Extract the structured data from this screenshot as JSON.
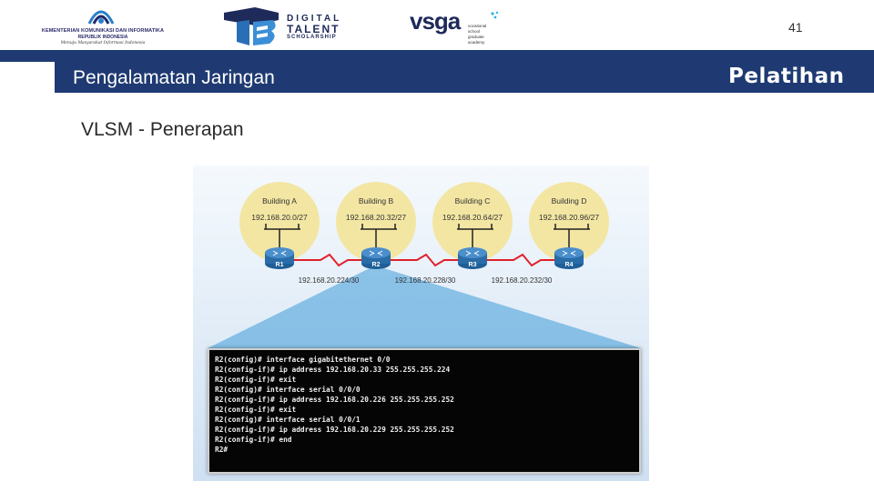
{
  "header": {
    "kominfo": {
      "line1": "KEMENTERIAN KOMUNIKASI DAN INFORMATIKA",
      "line2": "REPUBLIK INDONESIA",
      "line3": "Menuju Masyarakat Informasi Indonesia"
    },
    "dts": {
      "line1": "DIGITAL",
      "line2": "TALENT",
      "line3": "SCHOLARSHIP"
    },
    "vsga": {
      "word": "vsga",
      "tag1": "vocational",
      "tag2": "school",
      "tag3": "graduate",
      "tag4": "academy"
    },
    "page_number": "41"
  },
  "title_band": {
    "title": "Pengalamatan Jaringan",
    "right_label": "Pelatihan"
  },
  "subtitle": "VLSM - Penerapan",
  "figure": {
    "buildings": [
      {
        "name": "Building A",
        "subnet": "192.168.20.0/27",
        "router": "R1"
      },
      {
        "name": "Building B",
        "subnet": "192.168.20.32/27",
        "router": "R2"
      },
      {
        "name": "Building C",
        "subnet": "192.168.20.64/27",
        "router": "R3"
      },
      {
        "name": "Building D",
        "subnet": "192.168.20.96/27",
        "router": "R4"
      }
    ],
    "links": [
      "192.168.20.224/30",
      "192.168.20.228/30",
      "192.168.20.232/30"
    ],
    "terminal_lines": [
      "R2(config)# interface gigabitethernet 0/0",
      "R2(config-if)# ip address 192.168.20.33 255.255.255.224",
      "R2(config-if)# exit",
      "R2(config)# interface serial 0/0/0",
      "R2(config-if)# ip address 192.168.20.226 255.255.255.252",
      "R2(config-if)# exit",
      "R2(config)# interface serial 0/0/1",
      "R2(config-if)# ip address 192.168.20.229 255.255.255.252",
      "R2(config-if)# end",
      "R2#"
    ]
  },
  "colors": {
    "band": "#1f3a72",
    "building_circle": "#f3e6a3",
    "router": "#2a6ca8",
    "serial_link": "#e0202a",
    "terminal_bg": "#050505"
  }
}
